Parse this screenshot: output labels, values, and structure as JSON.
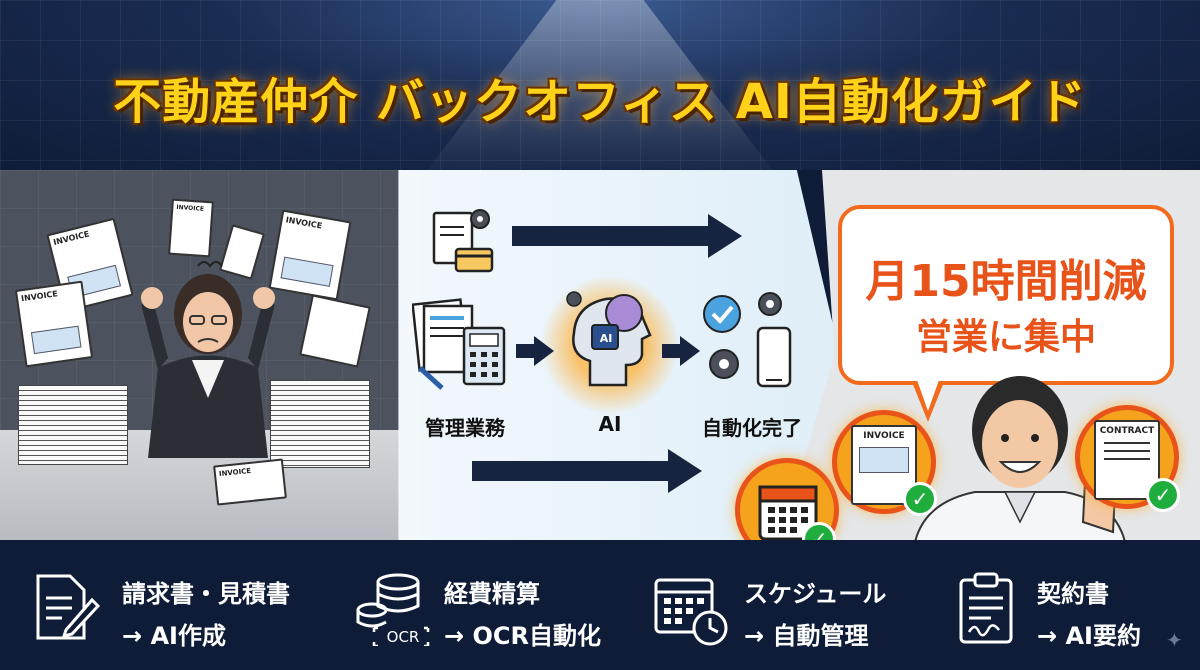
{
  "title": "不動産仲介 バックオフィス AI自動化ガイド",
  "left_scene": {
    "doc_labels": [
      "INVOICE",
      "INVOICE",
      "INVOICE",
      "INVOICE",
      "INVOICE"
    ]
  },
  "flow": {
    "source_label": "管理業務",
    "ai_label": "AI",
    "ai_chip": "AI",
    "result_label": "自動化完了"
  },
  "bubble": {
    "line1": "月15時間削減",
    "line2": "営業に集中"
  },
  "badges": {
    "invoice": "INVOICE",
    "contract": "CONTRACT",
    "check": "✓"
  },
  "features": [
    {
      "icon": "document-pen-icon",
      "line1": "請求書・見積書",
      "line2": "→ AI作成"
    },
    {
      "icon": "coins-ocr-icon",
      "line1": "経費精算",
      "line2": "→ OCR自動化",
      "ocr_tag": "OCR"
    },
    {
      "icon": "calendar-clock-icon",
      "line1": "スケジュール",
      "line2": "→ 自動管理"
    },
    {
      "icon": "clipboard-signature-icon",
      "line1": "契約書",
      "line2": "→ AI要約"
    }
  ],
  "colors": {
    "navy": "#0f1c38",
    "title_gold": "#ffd21a",
    "accent_orange": "#e8531a",
    "badge_gold": "#f5a21c",
    "check_green": "#1fae3d",
    "arrow": "#16243f"
  }
}
